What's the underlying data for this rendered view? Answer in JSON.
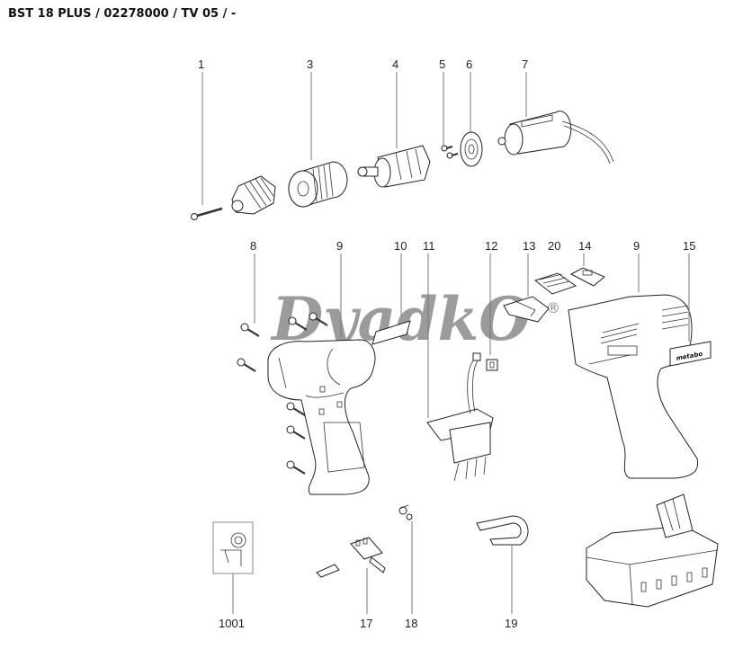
{
  "header": {
    "title": "BST 18 PLUS / 02278000 / TV 05 / -"
  },
  "watermark": {
    "text": "DyadkO",
    "registered": "®"
  },
  "callouts": [
    {
      "id": "1",
      "part": "screw"
    },
    {
      "id": "3",
      "part": "chuck-sleeve"
    },
    {
      "id": "4",
      "part": "gearbox"
    },
    {
      "id": "5",
      "part": "screw"
    },
    {
      "id": "6",
      "part": "motor-flange"
    },
    {
      "id": "7",
      "part": "motor"
    },
    {
      "id": "8",
      "part": "housing-screws"
    },
    {
      "id": "9",
      "part": "housing-half-left"
    },
    {
      "id": "10",
      "part": "label"
    },
    {
      "id": "11",
      "part": "switch"
    },
    {
      "id": "12",
      "part": "insulating-plate"
    },
    {
      "id": "13",
      "part": "slide"
    },
    {
      "id": "20",
      "part": "spring-strip"
    },
    {
      "id": "14",
      "part": "selector"
    },
    {
      "id": "9b",
      "label": "9",
      "part": "housing-half-right"
    },
    {
      "id": "15",
      "part": "metabo-nameplate"
    },
    {
      "id": "1001",
      "part": "sticker"
    },
    {
      "id": "17",
      "part": "bit-holder"
    },
    {
      "id": "18",
      "part": "clip"
    },
    {
      "id": "19",
      "part": "belt-hook"
    }
  ],
  "nameplate_text": "metabo"
}
